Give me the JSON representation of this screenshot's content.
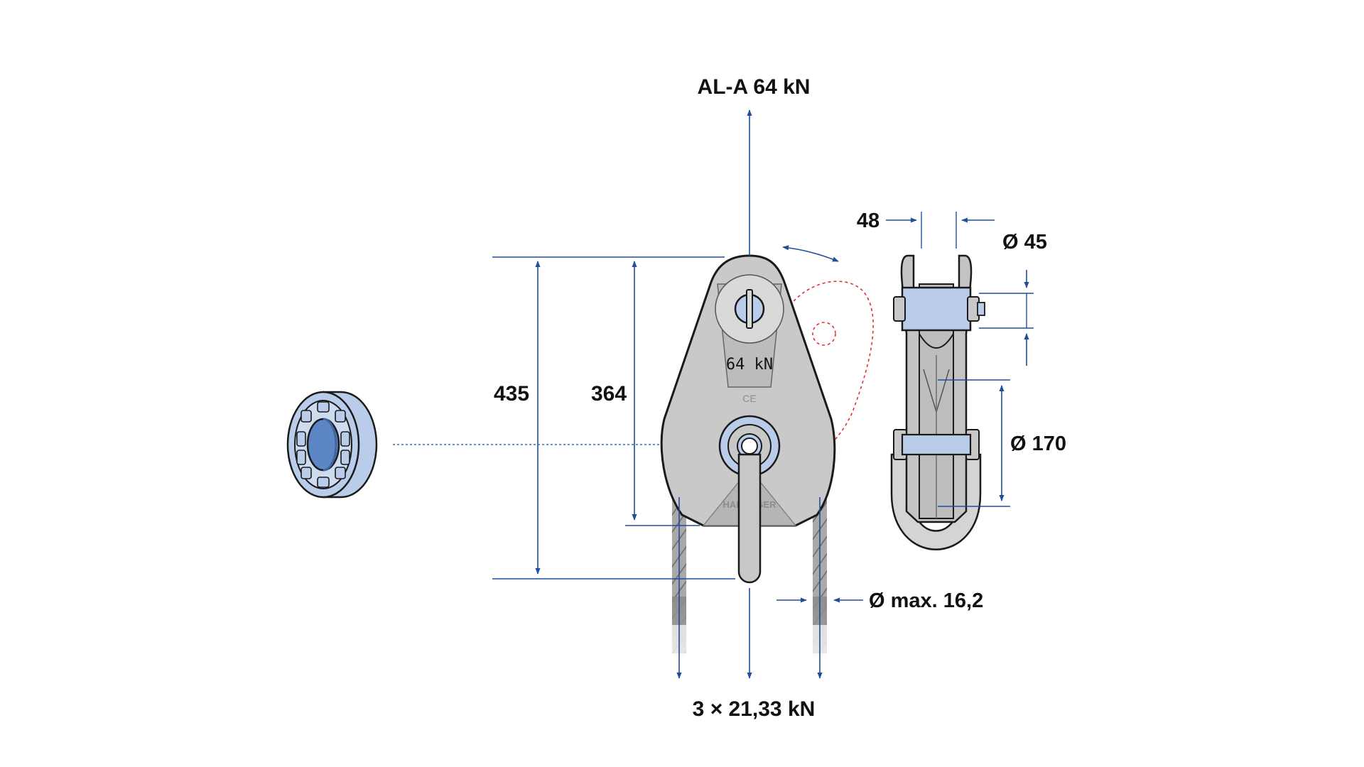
{
  "labels": {
    "top_load": "AL-A 64 kN",
    "bottom_load": "3 × 21,33 kN",
    "height_total": "435",
    "height_axis": "364",
    "width": "48",
    "pin_diameter": "Ø 45",
    "sheave_diameter": "Ø 170",
    "rope_diameter": "Ø max. 16,2"
  },
  "plate_markings": {
    "rating": "64 kN",
    "ce_mark": "CE",
    "brand": "HABEGGER"
  },
  "colors": {
    "dimension_line": "#1f4e9a",
    "swing_outline": "#e0303a",
    "bearing_fill": "#b9cdea",
    "bearing_core": "#5c86c4",
    "plate_grey": "#c9c9c9"
  },
  "icons": {
    "bearing": "ball-bearing-icon",
    "pulley_block": "pulley-block-icon",
    "side_view": "pulley-side-view-icon"
  }
}
